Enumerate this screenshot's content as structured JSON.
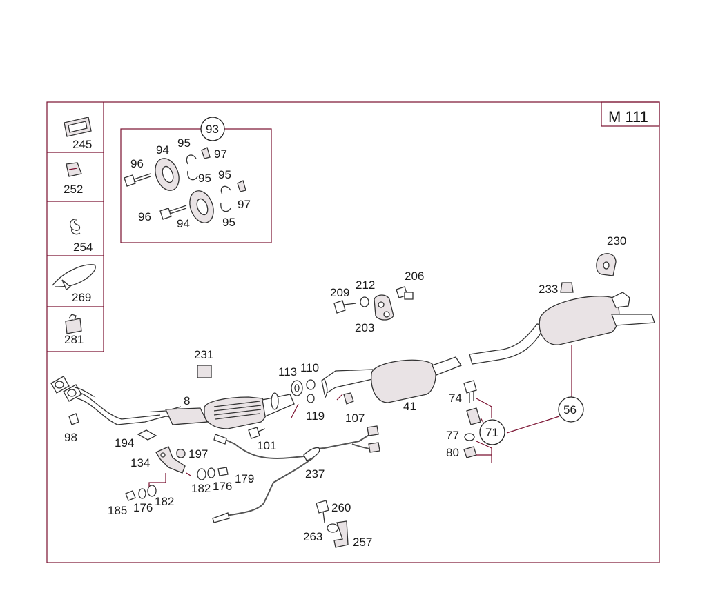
{
  "diagram": {
    "model_tag": "M 111",
    "callouts": {
      "c93": "93",
      "c71": "71",
      "c56": "56"
    },
    "sidebar": {
      "s245": "245",
      "s252": "252",
      "s254": "254",
      "s269": "269",
      "s281": "281"
    },
    "inset": {
      "i96a": "96",
      "i94a": "94",
      "i95a": "95",
      "i97a": "97",
      "i95b": "95",
      "i95c": "95",
      "i97b": "97",
      "i96b": "96",
      "i94b": "94",
      "i95d": "95"
    },
    "parts": {
      "p230": "230",
      "p233": "233",
      "p206": "206",
      "p209": "209",
      "p212": "212",
      "p203": "203",
      "p231": "231",
      "p113": "113",
      "p110": "110",
      "p8": "8",
      "p41": "41",
      "p119": "119",
      "p107": "107",
      "p74": "74",
      "p77": "77",
      "p80": "80",
      "p98": "98",
      "p101": "101",
      "p194": "194",
      "p134": "134",
      "p197": "197",
      "p237": "237",
      "p179": "179",
      "p182a": "182",
      "p176a": "176",
      "p185": "185",
      "p176b": "176",
      "p182b": "182",
      "p260": "260",
      "p263": "263",
      "p257": "257"
    }
  }
}
